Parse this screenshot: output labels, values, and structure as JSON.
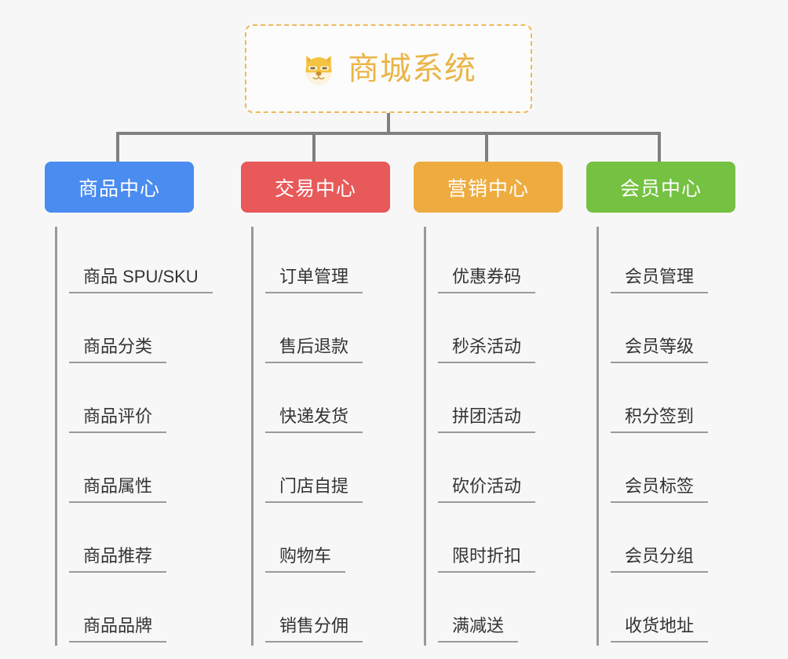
{
  "root": {
    "title": "商城系统",
    "icon": "dog-face-emoji",
    "border_color": "#efb95c",
    "text_color": "#eab548",
    "background": "#fcfcfc"
  },
  "canvas": {
    "background": "#f7f7f7",
    "connector_color": "#808080",
    "leaf_line_color": "#9a9a9a",
    "leaf_text_color": "#333333"
  },
  "categories": [
    {
      "label": "商品中心",
      "color": "#4a8cf0",
      "items": [
        "商品 SPU/SKU",
        "商品分类",
        "商品评价",
        "商品属性",
        "商品推荐",
        "商品品牌"
      ]
    },
    {
      "label": "交易中心",
      "color": "#e8595a",
      "items": [
        "订单管理",
        "售后退款",
        "快递发货",
        "门店自提",
        "购物车",
        "销售分佣"
      ]
    },
    {
      "label": "营销中心",
      "color": "#eeac40",
      "items": [
        "优惠券码",
        "秒杀活动",
        "拼团活动",
        "砍价活动",
        "限时折扣",
        "满减送"
      ]
    },
    {
      "label": "会员中心",
      "color": "#75c141",
      "items": [
        "会员管理",
        "会员等级",
        "积分签到",
        "会员标签",
        "会员分组",
        "收货地址"
      ]
    }
  ]
}
